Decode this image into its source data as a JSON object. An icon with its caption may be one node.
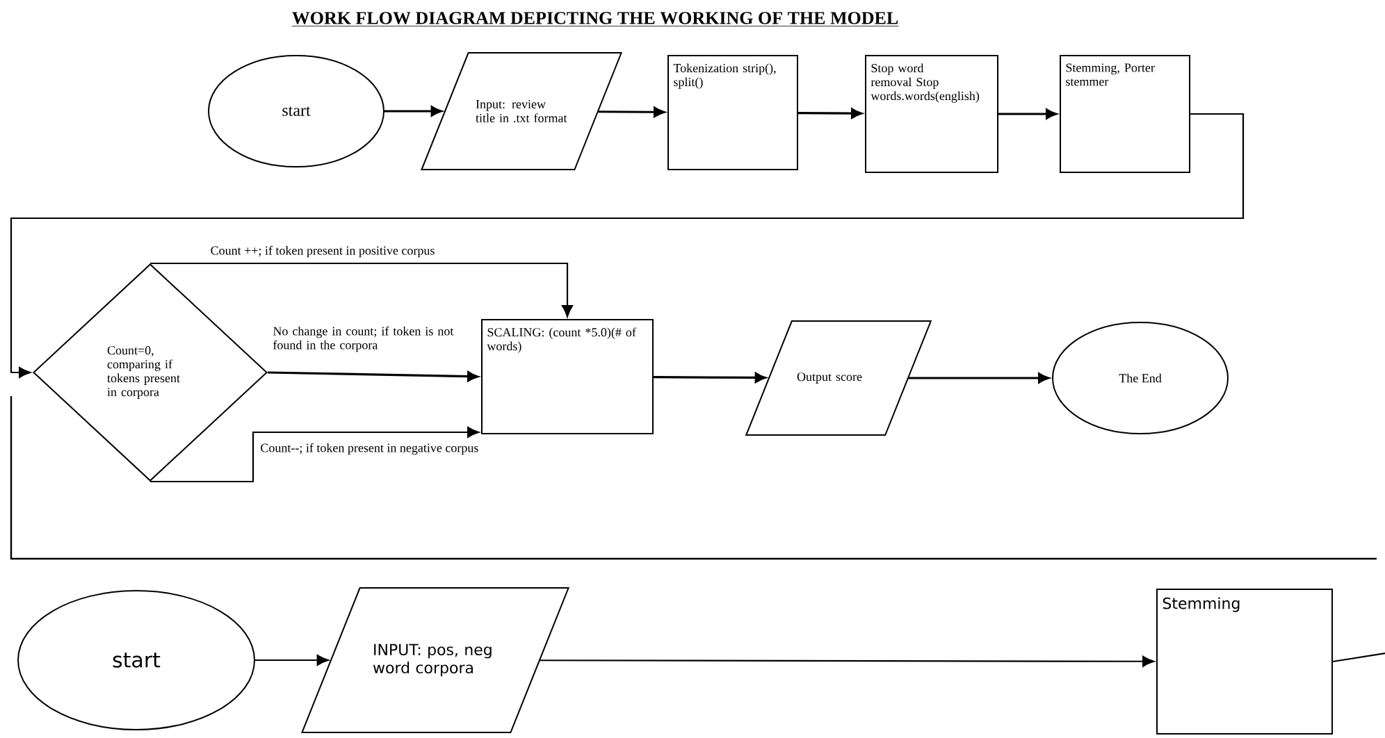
{
  "diagram": {
    "title": "WORK FLOW DIAGRAM DEPICTING THE WORKING OF THE MODEL",
    "nodes": [
      {
        "text": [
          "start"
        ]
      },
      {
        "text": [
          "Input: review title in .txt format"
        ]
      },
      {
        "text": [
          "Tokenization strip(), split()"
        ]
      },
      {
        "text": [
          "Stop word removal Stop words.words(english)"
        ]
      },
      {
        "text": [
          "Stemming, Porter stemmer"
        ]
      },
      {
        "text": [
          "Count=0, comparing if tokens present in corpora"
        ]
      },
      {
        "text": [
          "SCALING: (count *5.0)(# of words)"
        ]
      },
      {
        "text": [
          "Output score"
        ]
      },
      {
        "text": [
          "The End"
        ]
      },
      {
        "text": [
          "start"
        ]
      },
      {
        "text": [
          "INPUT: pos, neg word corpora"
        ]
      },
      {
        "text": [
          "Stemming"
        ]
      }
    ],
    "edges": [
      {
        "from": 0,
        "to": 1,
        "arrow": "to"
      },
      {
        "from": 1,
        "to": 2,
        "arrow": "to"
      },
      {
        "from": 2,
        "to": 3,
        "arrow": "to"
      },
      {
        "from": 3,
        "to": 4,
        "arrow": "to"
      },
      {
        "from": 4,
        "to": 5,
        "arrow": "to"
      },
      {
        "from": 5,
        "to": 6,
        "arrow": "to",
        "label": "Count ++; if token present in positive corpus"
      },
      {
        "from": 5,
        "to": 6,
        "arrow": "to",
        "label": "No change in count; if token is not found in the corpora"
      },
      {
        "from": 5,
        "to": 6,
        "arrow": "to",
        "label": "Count--; if token present in negative corpus"
      },
      {
        "from": 6,
        "to": 7,
        "arrow": "to"
      },
      {
        "from": 7,
        "to": 8,
        "arrow": "to"
      },
      {
        "from": 9,
        "to": 10,
        "arrow": "to"
      },
      {
        "from": 10,
        "to": 11,
        "arrow": "to"
      },
      {
        "from": 11,
        "to": null,
        "arrow": "none"
      }
    ]
  }
}
